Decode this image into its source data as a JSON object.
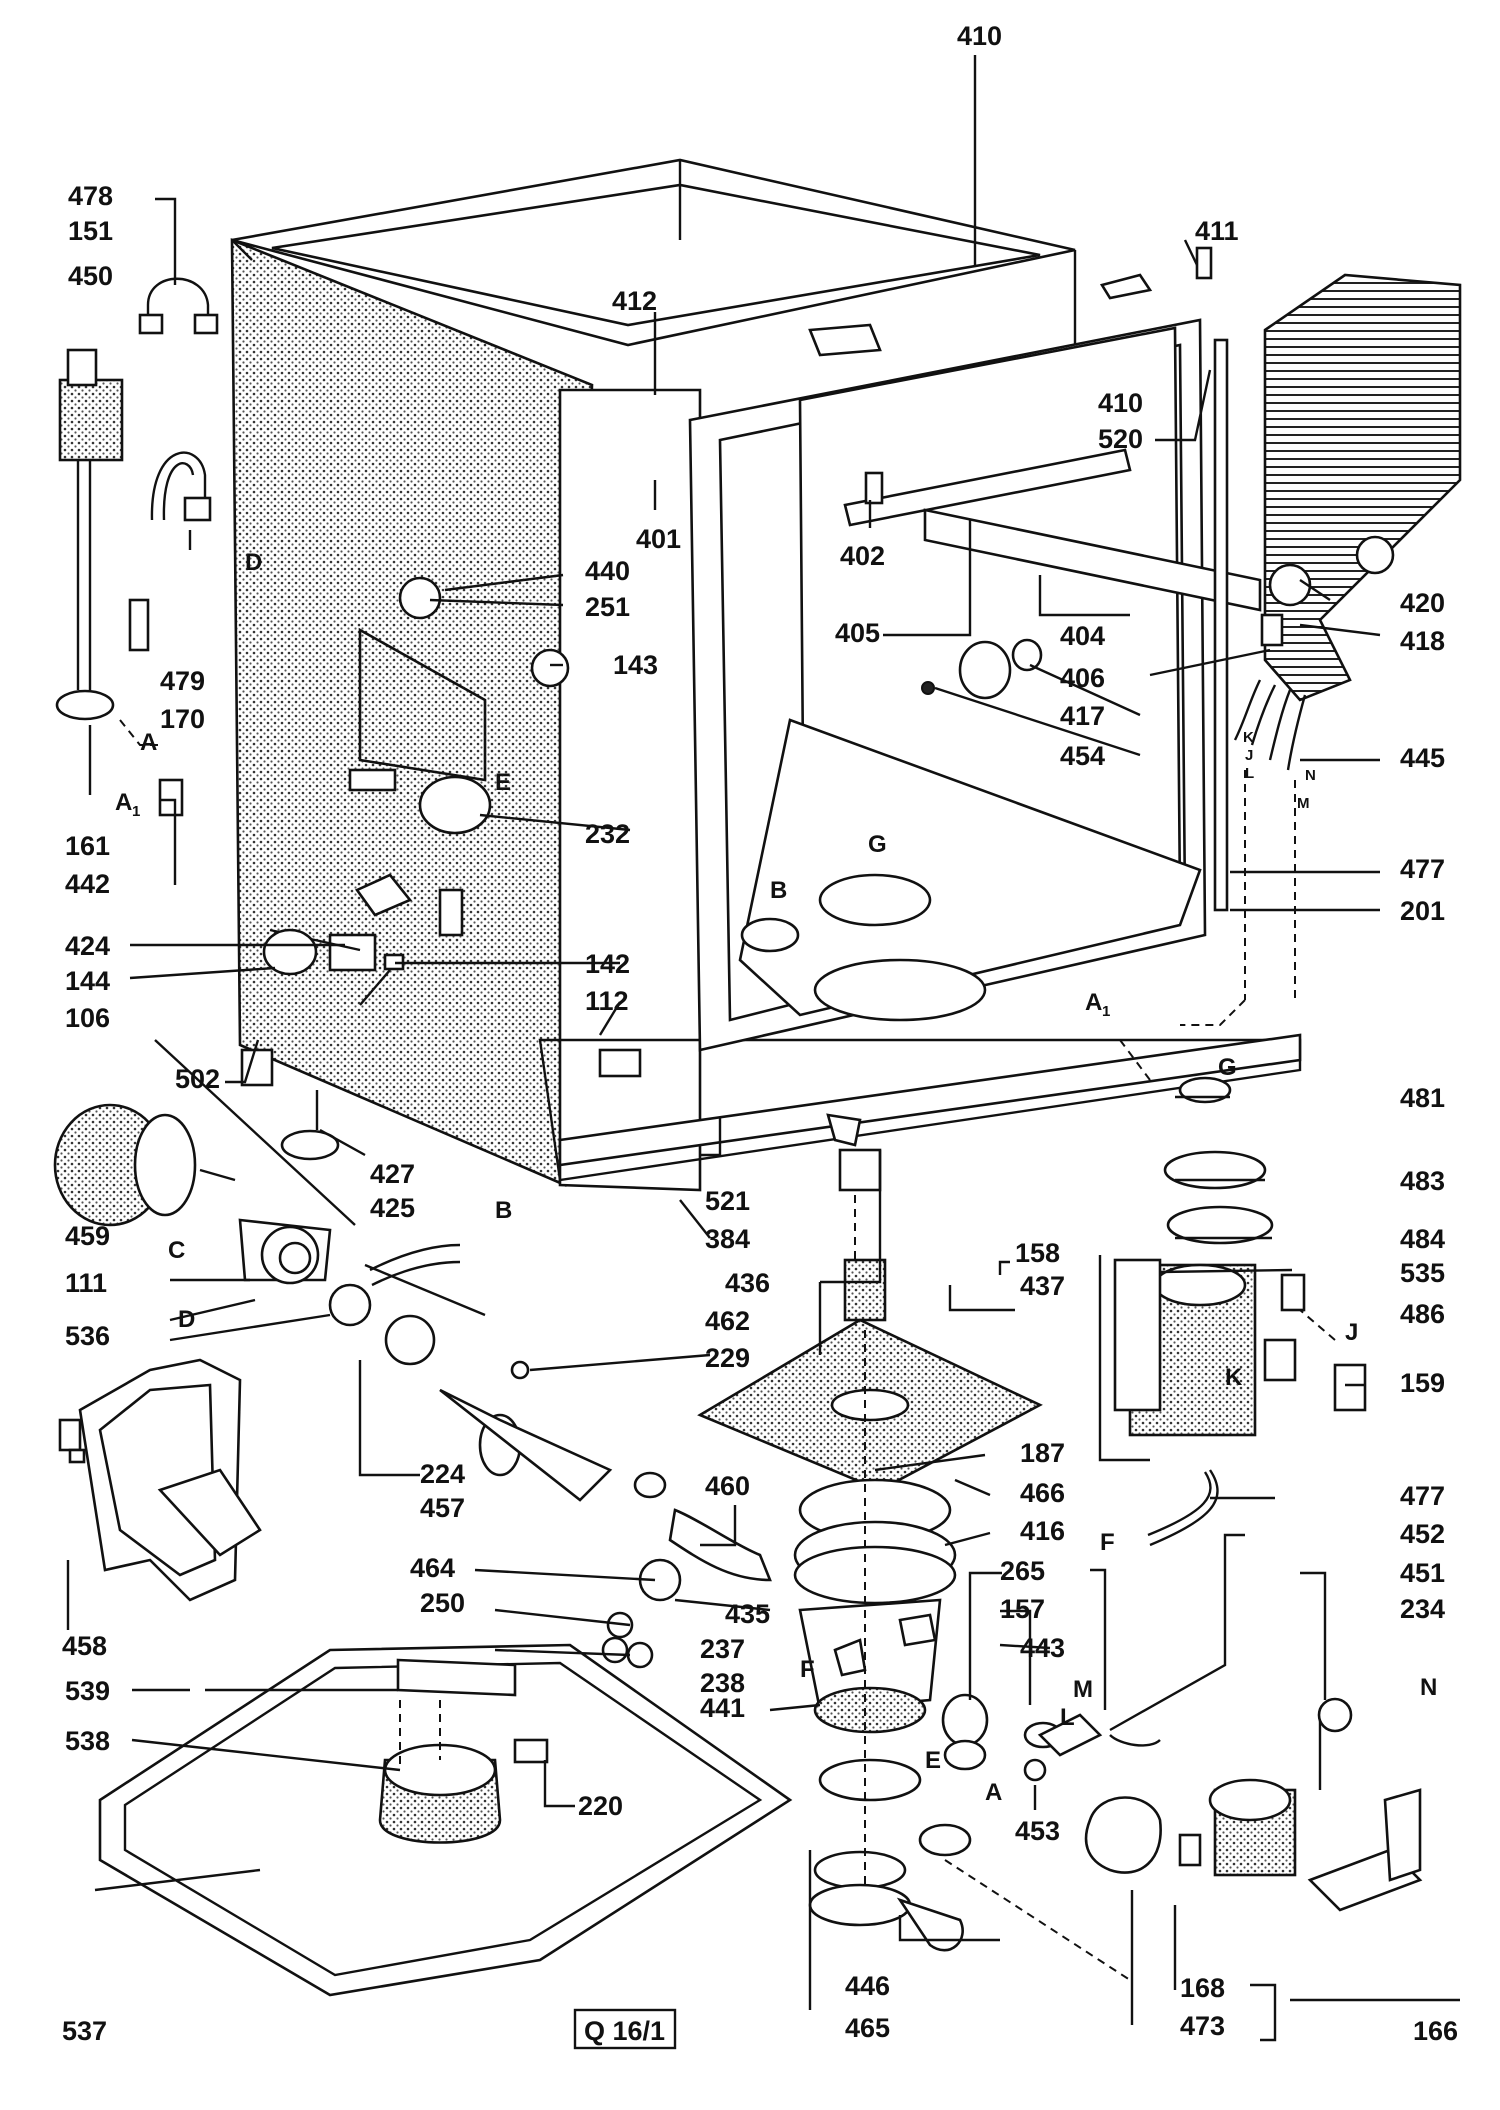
{
  "diagram": {
    "code_box": "Q 16/1",
    "part_labels": {
      "p410_top": "410",
      "p478": "478",
      "p151": "151",
      "p450": "450",
      "p412": "412",
      "p411": "411",
      "p410": "410",
      "p520": "520",
      "p401": "401",
      "p402": "402",
      "p440": "440",
      "p251": "251",
      "p143": "143",
      "p405": "405",
      "p404": "404",
      "p406": "406",
      "p417": "417",
      "p454": "454",
      "p420": "420",
      "p418": "418",
      "p445": "445",
      "p479": "479",
      "p170": "170",
      "p161": "161",
      "p442": "442",
      "p232": "232",
      "p477_upper": "477",
      "p201": "201",
      "p424": "424",
      "p144": "144",
      "p142": "142",
      "p112": "112",
      "p106": "106",
      "p502": "502",
      "p427": "427",
      "p425": "425",
      "p481": "481",
      "p521": "521",
      "p384": "384",
      "p483": "483",
      "p459": "459",
      "p158": "158",
      "p484": "484",
      "p436": "436",
      "p437": "437",
      "p535": "535",
      "p111": "111",
      "p462": "462",
      "p486": "486",
      "p536": "536",
      "p229": "229",
      "p159": "159",
      "p224": "224",
      "p457": "457",
      "p187": "187",
      "p466": "466",
      "p460": "460",
      "p477_lower": "477",
      "p416": "416",
      "p452": "452",
      "p464": "464",
      "p265": "265",
      "p451": "451",
      "p250": "250",
      "p157": "157",
      "p234": "234",
      "p435": "435",
      "p237": "237",
      "p443": "443",
      "p238": "238",
      "p539": "539",
      "p441": "441",
      "p538": "538",
      "p220": "220",
      "p453": "453",
      "p537": "537",
      "p446": "446",
      "p465": "465",
      "p168": "168",
      "p473": "473",
      "p166": "166",
      "p458": "458"
    },
    "connector_letters": {
      "D1": "D",
      "E1": "E",
      "A_left": "A",
      "A1_left": "A",
      "A1_sub": "1",
      "G_tub": "G",
      "B_tub": "B",
      "A1_bottom": "A",
      "A1_bottom_sub": "1",
      "G_lower": "G",
      "B_hose": "B",
      "C_pump": "C",
      "D_pump": "D",
      "F_hose": "F",
      "J_valve": "J",
      "K_valve": "K",
      "N_sensor": "N",
      "M_hose": "M",
      "L_hose": "L",
      "E_heater": "E",
      "A_drain": "A",
      "F_sump": "F",
      "wire_K": "K",
      "wire_J": "J",
      "wire_L": "L",
      "wire_N": "N",
      "wire_M": "M"
    }
  }
}
